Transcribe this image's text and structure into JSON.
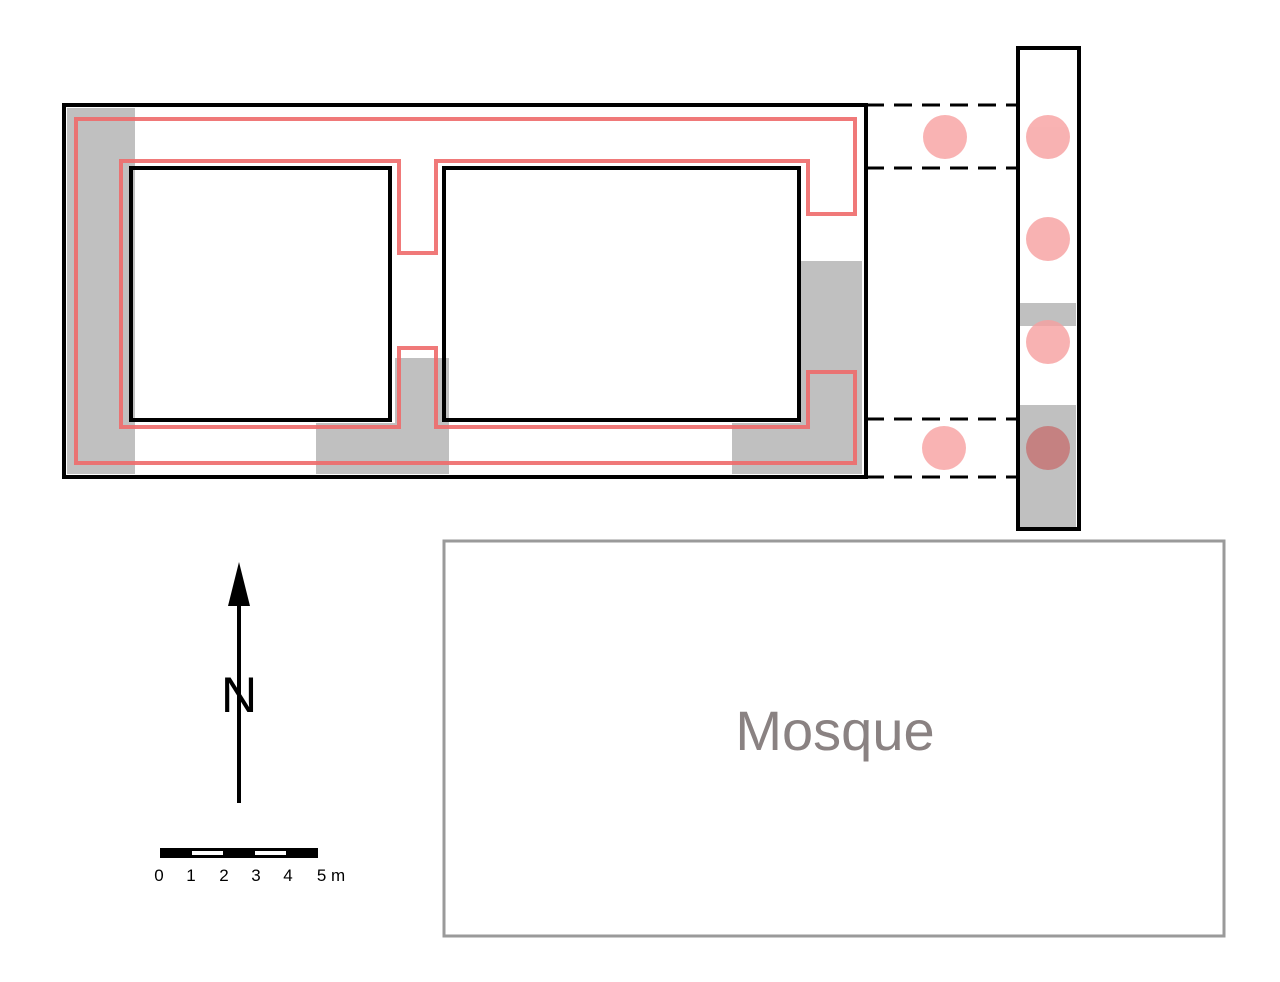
{
  "mosque_label": "Mosque",
  "north_label": "N",
  "scale": {
    "ticks": [
      "0",
      "1",
      "2",
      "3",
      "4",
      "5 m"
    ],
    "unit": "m"
  },
  "colors": {
    "wall": "#000000",
    "red_path": "#ee6a6a",
    "red_circle": "#f9a9a9",
    "gray_fill": "#bdbdbd",
    "mosque_stroke": "#9a9a9a",
    "mosque_text": "#8a8282"
  }
}
